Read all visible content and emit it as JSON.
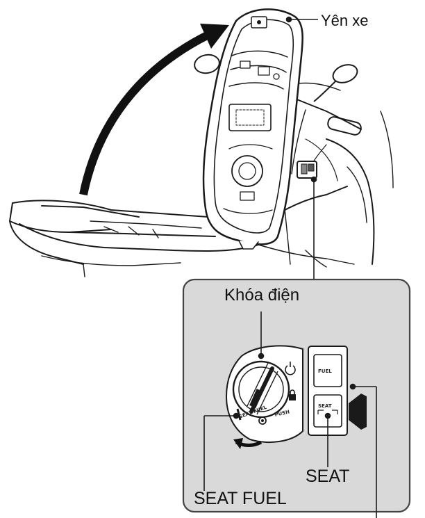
{
  "labels": {
    "seat_cover": "Yên xe",
    "ignition_switch": "Khóa điện",
    "seat_button": "SEAT",
    "seat_fuel_position": "SEAT FUEL"
  },
  "panel_markings": {
    "fuel_button": "FUEL",
    "seat_button": "SEAT",
    "push": "PUSH",
    "seat_fuel": "SEAT FUEL"
  },
  "colors": {
    "line": "#1a1a1a",
    "inset_panel_bg": "#d9d9d9",
    "inset_panel_border": "#444444",
    "arrow": "#111111"
  },
  "icons": [
    "curved-arrow-icon",
    "key-icon",
    "lock-icon",
    "power-icon"
  ]
}
